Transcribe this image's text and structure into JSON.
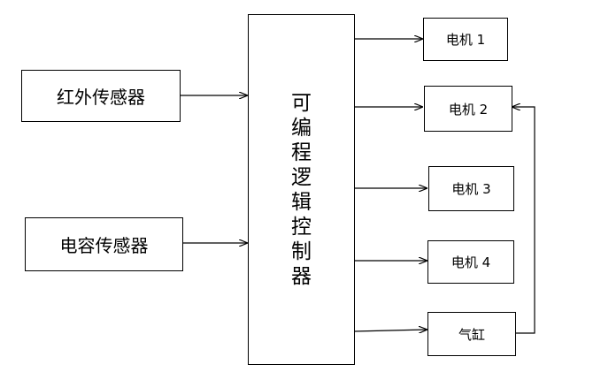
{
  "diagram": {
    "inputs": [
      {
        "id": "ir",
        "label": "红外传感器"
      },
      {
        "id": "cap",
        "label": "电容传感器"
      }
    ],
    "controller": {
      "label": "可编程逻辑控制器",
      "chars": [
        "可",
        "编",
        "程",
        "逻",
        "辑",
        "控",
        "制",
        "器"
      ]
    },
    "outputs": [
      {
        "id": "m1",
        "label": "电机 1"
      },
      {
        "id": "m2",
        "label": "电机 2"
      },
      {
        "id": "m3",
        "label": "电机 3"
      },
      {
        "id": "m4",
        "label": "电机 4"
      },
      {
        "id": "cyl",
        "label": "气缸"
      }
    ],
    "connections": [
      {
        "from": "ir",
        "to": "controller"
      },
      {
        "from": "cap",
        "to": "controller"
      },
      {
        "from": "controller",
        "to": "m1"
      },
      {
        "from": "controller",
        "to": "m2"
      },
      {
        "from": "controller",
        "to": "m3"
      },
      {
        "from": "controller",
        "to": "m4"
      },
      {
        "from": "controller",
        "to": "cyl"
      },
      {
        "from": "cyl",
        "to": "m2"
      }
    ],
    "line_color": "#000000"
  }
}
